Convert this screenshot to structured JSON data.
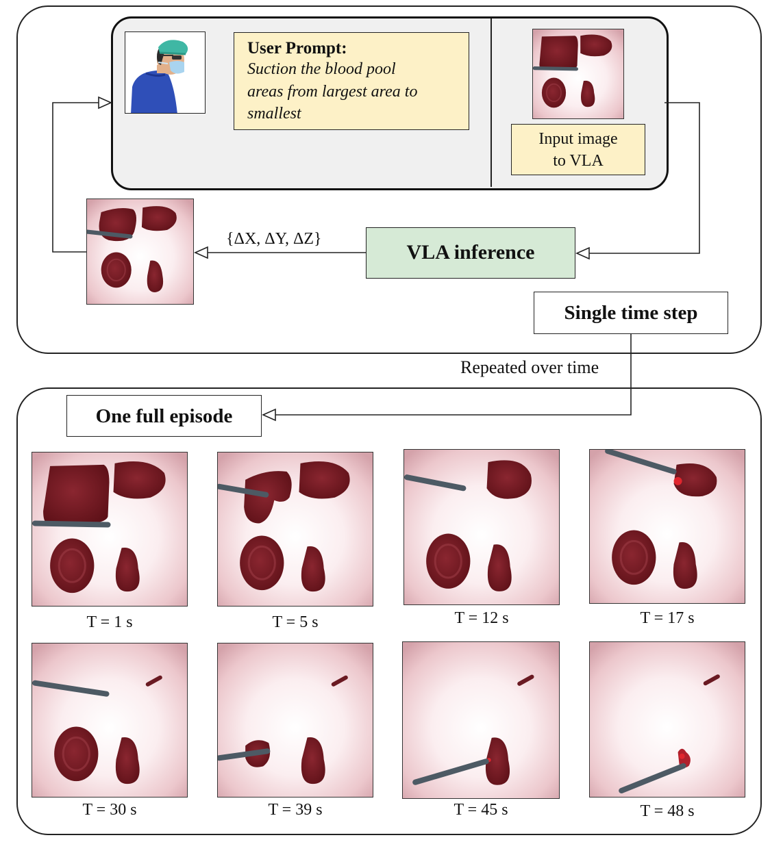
{
  "prompt": {
    "title": "User Prompt:",
    "lines": [
      "Suction the blood pool",
      "areas from largest area to",
      "smallest"
    ]
  },
  "input_image_label": [
    "Input image",
    "to VLA"
  ],
  "vla_label": "VLA inference",
  "delta_label": "{ΔX, ΔY, ΔZ}",
  "single_step_label": "Single time step",
  "repeated_label": "Repeated over time",
  "episode_label": "One full episode",
  "frames": [
    {
      "label": "T = 1 s"
    },
    {
      "label": "T = 5 s"
    },
    {
      "label": "T = 12 s"
    },
    {
      "label": "T = 17 s"
    },
    {
      "label": "T = 30 s"
    },
    {
      "label": "T = 39 s"
    },
    {
      "label": "T = 45 s"
    },
    {
      "label": "T = 48 s"
    }
  ],
  "colors": {
    "prompt_box": "#fdf1c7",
    "vla_box": "#d6ead6",
    "blood": "#7a1a22",
    "scene_bg": "#f3d4d8"
  }
}
